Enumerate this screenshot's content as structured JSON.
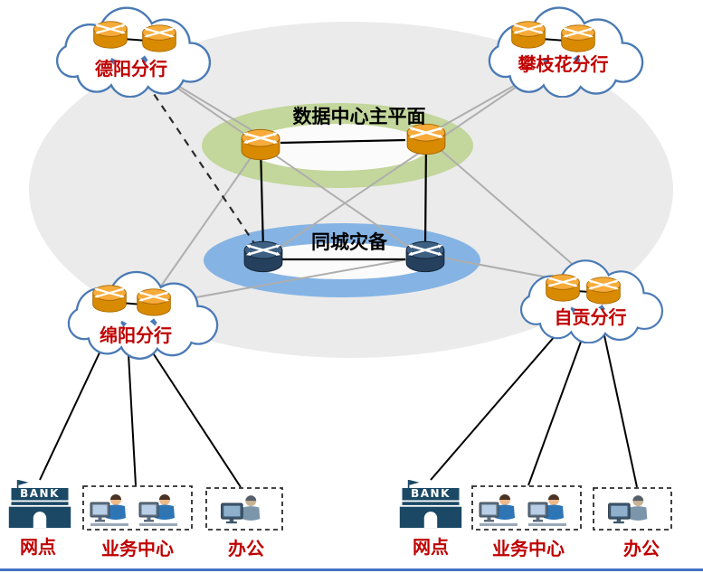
{
  "diagram": {
    "backbone": {
      "main_plane_label": "数据中心主平面",
      "dr_label": "同城灾备"
    },
    "branches": [
      {
        "id": "deyang",
        "label": "德阳分行"
      },
      {
        "id": "panzhihua",
        "label": "攀枝花分行"
      },
      {
        "id": "mianyang",
        "label": "绵阳分行"
      },
      {
        "id": "zigong",
        "label": "自贡分行"
      }
    ],
    "sites": {
      "bank_sign": "BANK",
      "left": {
        "outlet": "网点",
        "business_center": "业务中心",
        "office": "办公"
      },
      "right": {
        "outlet": "网点",
        "business_center": "业务中心",
        "office": "办公"
      }
    },
    "legend_colors": {
      "backbone_fill": "#ebebeb",
      "main_plane_ring": "#c3d69b",
      "dr_ring": "#85b4e4",
      "label_red": "#c00000",
      "router_gold": "#f6ab3a",
      "router_dark": "#3d5f82",
      "cloud_outline": "#4a7ab5"
    }
  }
}
